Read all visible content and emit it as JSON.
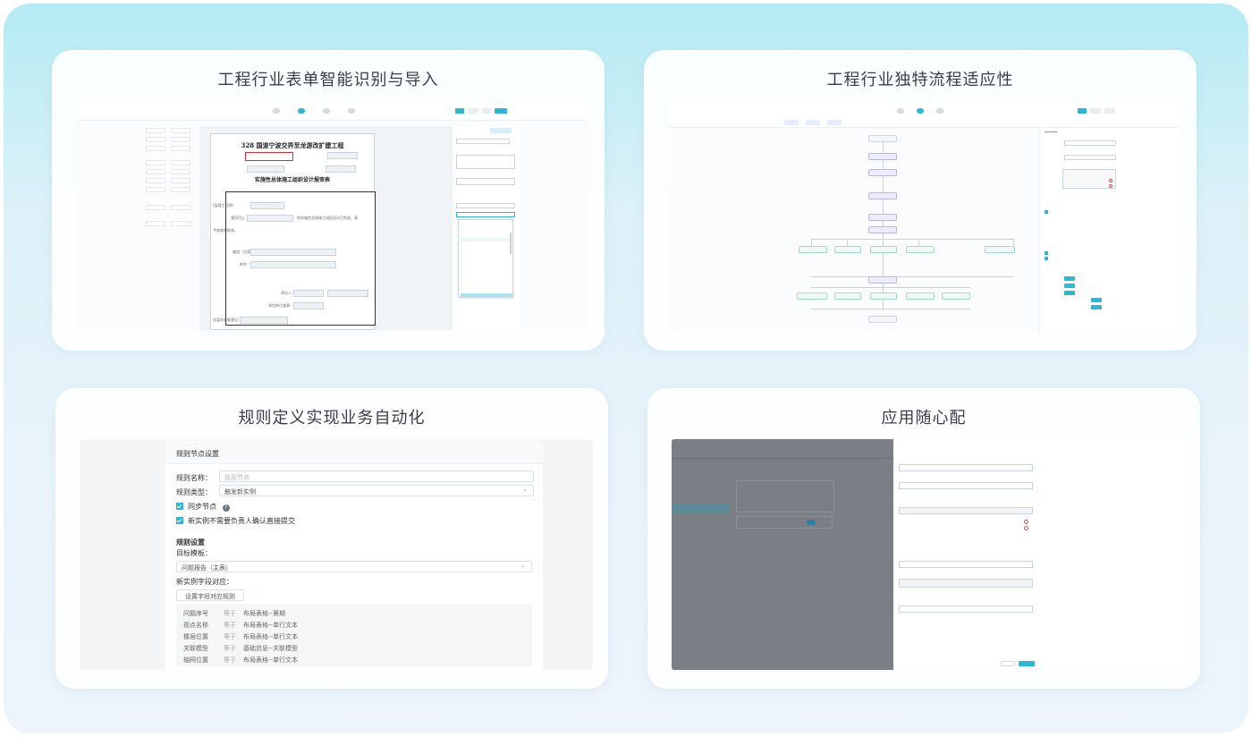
{
  "cards": [
    {
      "title": "工程行业表单智能识别与导入",
      "form_title": "328 国道宁波交界至龙游改扩建工程",
      "form_subtitle": "实施性总体施工组织设计报审表",
      "left_label": "(监理工程师)",
      "mid_text_1": "我项目上",
      "mid_text_2": "的实施性总体施工组织设计已完成，请",
      "mid_text_3": "予审查和批准。",
      "attach_label": "附件：",
      "plan_label": "施组（方案）名称：",
      "sign_label_1": "承包人：",
      "sign_label_2": "承包单位盖章：",
      "opinion_label": "总监办审查意见："
    },
    {
      "title": "工程行业独特流程适应性"
    },
    {
      "title": "规则定义实现业务自动化",
      "header": "规则节点设置",
      "name_label": "规则名称：",
      "name_placeholder": "规则节点",
      "type_label": "规则类型：",
      "type_value": "触发新实例",
      "sync_label": "同步节点",
      "confirm_label": "新实例不需要负责人确认直接提交",
      "settings_title": "规则设置",
      "target_label": "目标模板：",
      "target_value": "问题报告（主表）",
      "mapping_label": "新实例字段对应：",
      "mapping_button": "设置字段对应规则",
      "mappings": [
        {
          "field": "问题序号",
          "op": "等于",
          "value": "布局表格--第期"
        },
        {
          "field": "视点名称",
          "op": "等于",
          "value": "布局表格--单行文本"
        },
        {
          "field": "楼层位置",
          "op": "等于",
          "value": "布局表格--单行文本"
        },
        {
          "field": "关联模型",
          "op": "等于",
          "value": "基础信息--关联模型"
        },
        {
          "field": "轴网位置",
          "op": "等于",
          "value": "布局表格--单行文本"
        }
      ]
    },
    {
      "title": "应用随心配"
    }
  ]
}
